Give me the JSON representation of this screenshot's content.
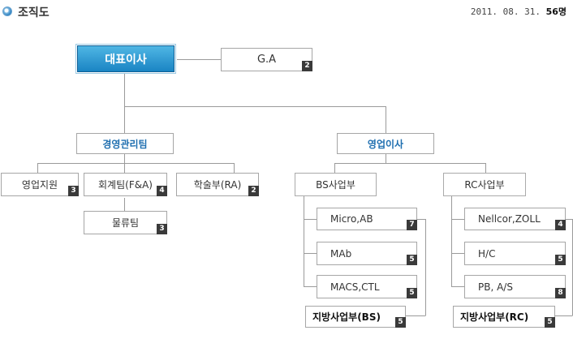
{
  "header": {
    "title": "조직도",
    "date": "2011. 08. 31.",
    "headcount": "56명"
  },
  "org": {
    "ceo": "대표이사",
    "ga": {
      "label": "G.A",
      "count": "2"
    },
    "mgmt": "경영관리팀",
    "sales": "영업이사",
    "sales_support": {
      "label": "영업지원",
      "count": "3"
    },
    "accounting": {
      "label": "회계팀(F&A)",
      "count": "4"
    },
    "logistics": {
      "label": "물류팀",
      "count": "3"
    },
    "academic": {
      "label": "학술부(RA)",
      "count": "2"
    },
    "bs": "BS사업부",
    "rc": "RC사업부",
    "bs_units": [
      {
        "label": "Micro,AB",
        "count": "7"
      },
      {
        "label": "MAb",
        "count": "5"
      },
      {
        "label": "MACS,CTL",
        "count": "5"
      },
      {
        "label": "지방사업부(BS)",
        "count": "5"
      }
    ],
    "rc_units": [
      {
        "label": "Nellcor,ZOLL",
        "count": "4"
      },
      {
        "label": "H/C",
        "count": "5"
      },
      {
        "label": "PB, A/S",
        "count": "8"
      },
      {
        "label": "지방사업부(RC)",
        "count": "5"
      }
    ]
  }
}
